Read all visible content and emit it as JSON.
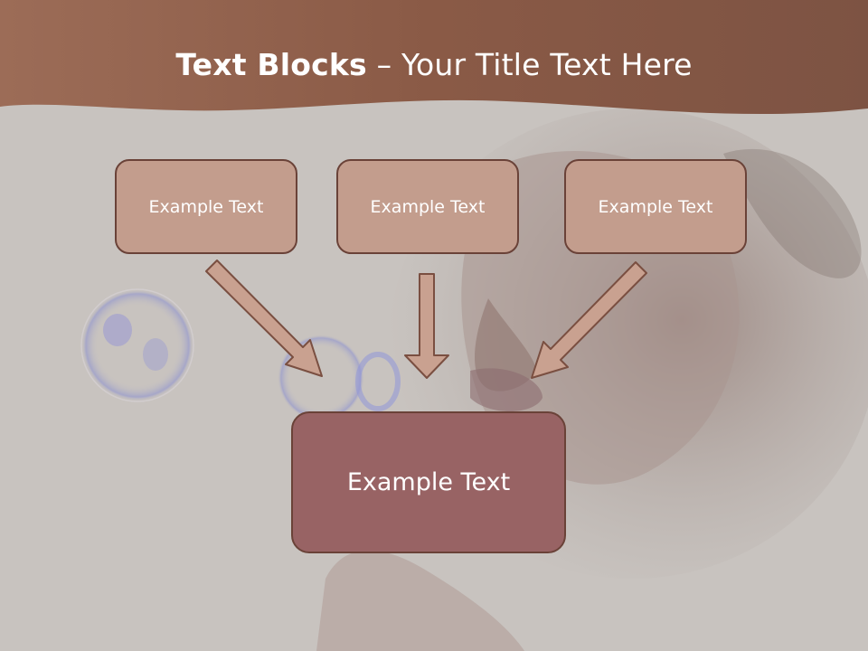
{
  "slide": {
    "title_bold": "Text Blocks",
    "title_dash": " – ",
    "title_rest": "Your Title Text Here"
  },
  "diagram": {
    "top_boxes": [
      {
        "label": "Example Text"
      },
      {
        "label": "Example Text"
      },
      {
        "label": "Example Text"
      }
    ],
    "bottom_box": {
      "label": "Example Text"
    }
  },
  "colors": {
    "banner": "#9a6a55",
    "background": "#c8c3bf",
    "top_box_fill": "#c39d8d",
    "bottom_box_fill": "#986364",
    "box_border": "#6a4238",
    "arrow_fill": "#c9a190"
  }
}
